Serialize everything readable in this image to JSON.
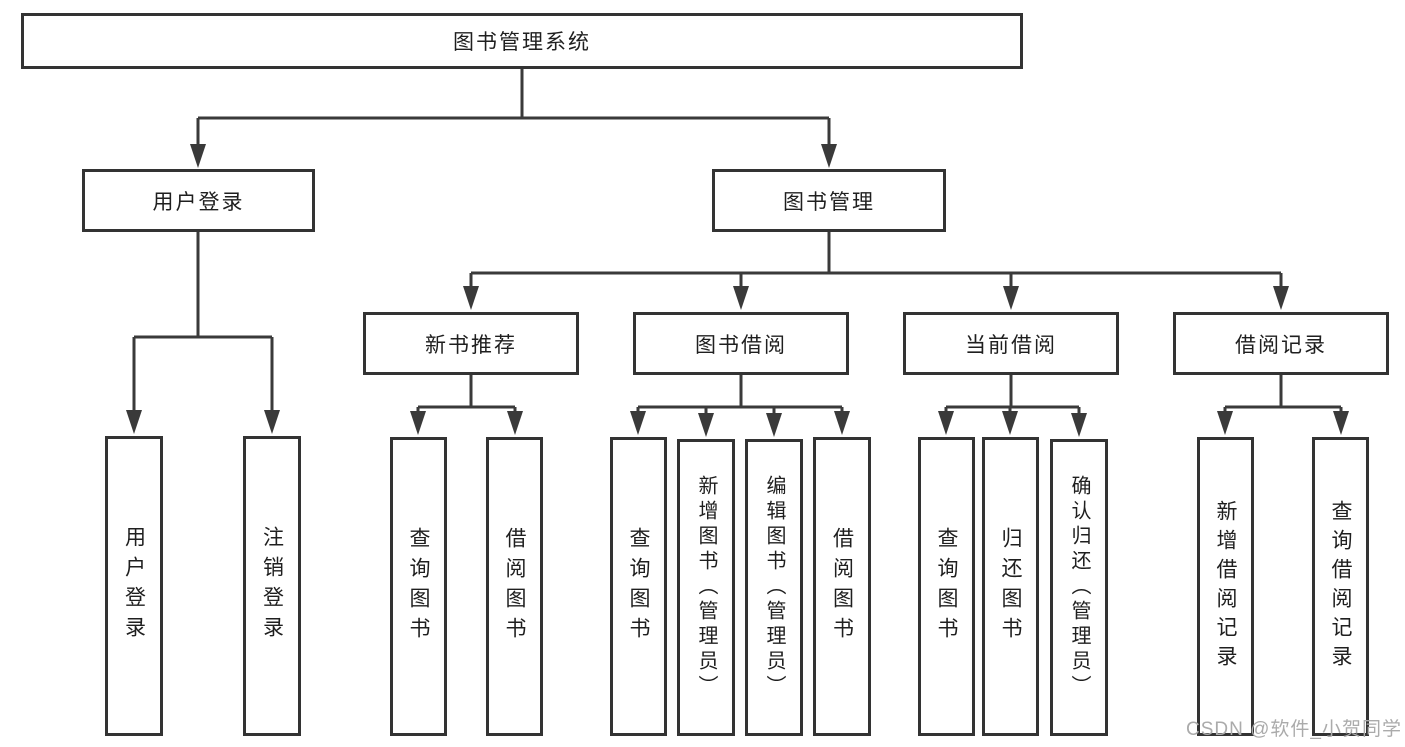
{
  "colors": {
    "background": "#ffffff",
    "box_border": "#333333",
    "line": "#3a3a3a",
    "text": "#1f1f1f",
    "watermark": "#ababab"
  },
  "diagram": {
    "root": {
      "label": "图书管理系统"
    },
    "level2": [
      {
        "label": "用户登录"
      },
      {
        "label": "图书管理"
      }
    ],
    "level3": [
      {
        "label": "新书推荐",
        "parent": "图书管理"
      },
      {
        "label": "图书借阅",
        "parent": "图书管理"
      },
      {
        "label": "当前借阅",
        "parent": "图书管理"
      },
      {
        "label": "借阅记录",
        "parent": "图书管理"
      }
    ],
    "leaves": [
      {
        "label": "用户登录",
        "parent": "用户登录"
      },
      {
        "label": "注销登录",
        "parent": "用户登录"
      },
      {
        "label": "查询图书",
        "parent": "新书推荐"
      },
      {
        "label": "借阅图书",
        "parent": "新书推荐"
      },
      {
        "label": "查询图书",
        "parent": "图书借阅"
      },
      {
        "label": "新增图书（管理员）",
        "parent": "图书借阅"
      },
      {
        "label": "编辑图书（管理员）",
        "parent": "图书借阅"
      },
      {
        "label": "借阅图书",
        "parent": "图书借阅"
      },
      {
        "label": "查询图书",
        "parent": "当前借阅"
      },
      {
        "label": "归还图书",
        "parent": "当前借阅"
      },
      {
        "label": "确认归还（管理员）",
        "parent": "当前借阅"
      },
      {
        "label": "新增借阅记录",
        "parent": "借阅记录"
      },
      {
        "label": "查询借阅记录",
        "parent": "借阅记录"
      }
    ]
  },
  "watermark": {
    "text": "CSDN @软件_小贺同学"
  }
}
